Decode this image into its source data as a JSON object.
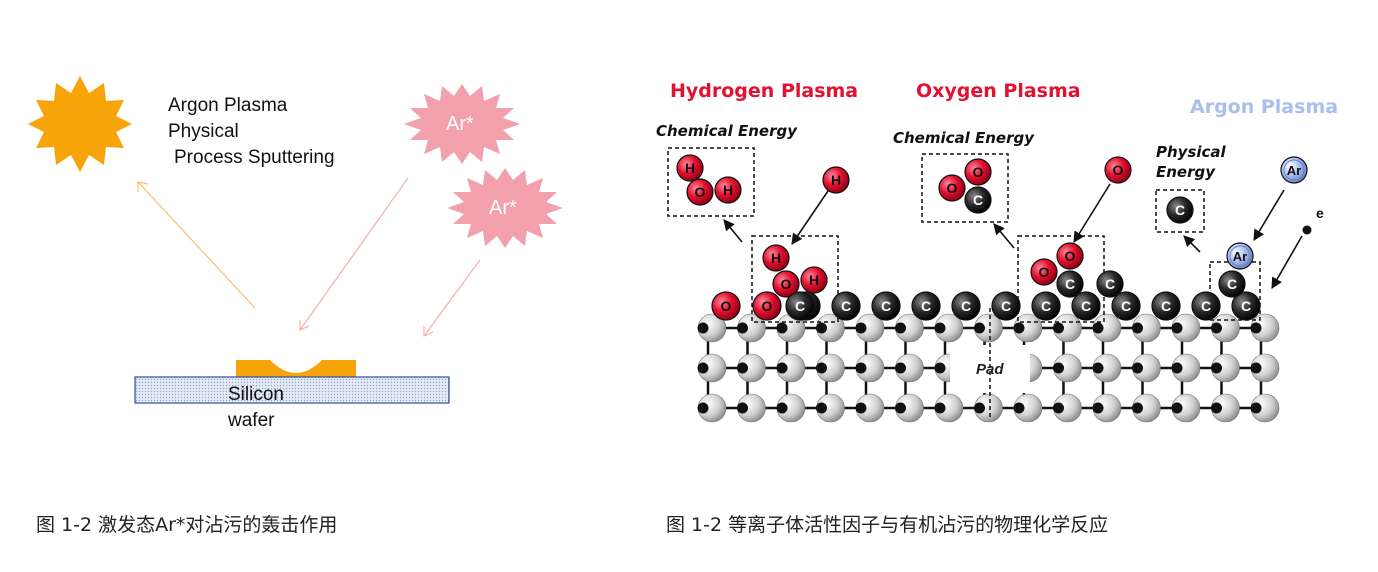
{
  "left": {
    "argon_label_lines": [
      "Argon Plasma",
      "Physical",
      "Process Sputtering"
    ],
    "ar_star_1": "Ar*",
    "ar_star_2": "Ar*",
    "wafer_label_line1": "Silicon",
    "wafer_label_line2": "wafer",
    "caption": "图 1-2 激发态Ar*对沾污的轰击作用",
    "colors": {
      "sun": "#f7a30a",
      "star": "#f2a0ab",
      "wafer_border": "#2b4a9b",
      "contaminant": "#f7a30a"
    }
  },
  "right": {
    "hydrogen_title": "Hydrogen Plasma",
    "oxygen_title": "Oxygen Plasma",
    "argon_title": "Argon Plasma",
    "chem_energy_1": "Chemical Energy",
    "chem_energy_2": "Chemical Energy",
    "phys_energy_line1": "Physical",
    "phys_energy_line2": "Energy",
    "atom_h": "H",
    "atom_o": "O",
    "atom_c": "C",
    "atom_ar": "Ar",
    "electron": "e",
    "pad": "Pad",
    "caption": "图 1-2 等离子体活性因子与有机沾污的物理化学反应",
    "colors": {
      "hydrogen": "#e3102f",
      "oxygen": "#e3102f",
      "argon": "#a8bff0",
      "carbon": "#1a1a1a"
    }
  }
}
